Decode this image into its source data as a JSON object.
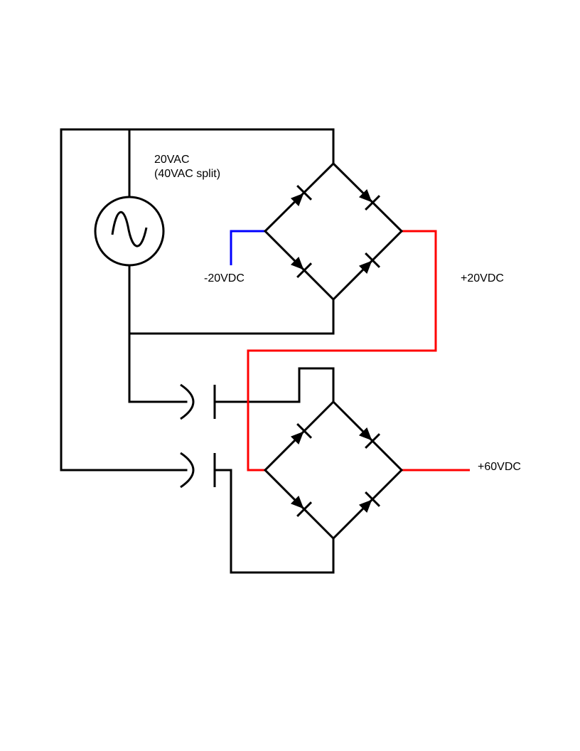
{
  "labels": {
    "source_voltage": "20VAC",
    "source_note": "(40VAC split)",
    "neg_output": "-20VDC",
    "pos_output": "+20VDC",
    "high_output": "+60VDC"
  },
  "colors": {
    "wire": "#000000",
    "positive_wire": "#ff0000",
    "negative_wire": "#0000ff",
    "background": "#ffffff"
  },
  "icons": {
    "source": "ac-source-icon",
    "diode": "diode-icon",
    "capacitor": "capacitor-icon"
  }
}
